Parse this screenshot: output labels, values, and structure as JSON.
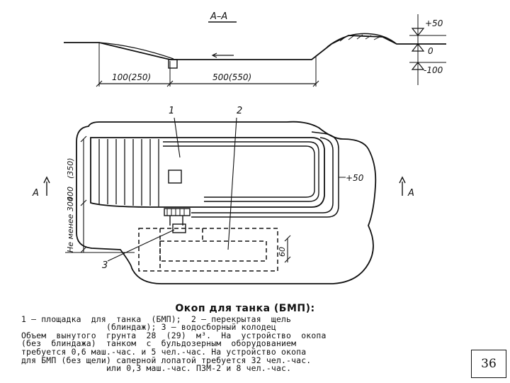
{
  "section": {
    "title": "А–А",
    "elevations": [
      "+50",
      "0",
      "-100"
    ],
    "dimensions": [
      "100(250)",
      "500(550)"
    ]
  },
  "plan": {
    "callouts": [
      "1",
      "2",
      "3"
    ],
    "section_marks": [
      "А",
      "А"
    ],
    "elevation": "+50",
    "dimensions": [
      "(350)",
      "400",
      "Не менее 300",
      "60"
    ]
  },
  "caption": {
    "title": "Окоп для танка (БМП):",
    "lines": [
      "1 — площадка  для  танка  (БМП);  2 — перекрытая  щель",
      "(блиндаж); 3 — водосборный колодец",
      "Объем  вынутого  грунта  28  (29)  м³.  На  устройство  окопа",
      "(без  блиндажа)  танком  с  бульдозерным  оборудованием",
      "требуется 0,6 маш.-час. и 5 чел.-час. На устройство окопа",
      "для БМП (без щели) саперной лопатой требуется 32 чел.-час.",
      "или 0,3 маш.-час. ПЗМ-2 и 8 чел.-час."
    ]
  },
  "page_number": "36"
}
